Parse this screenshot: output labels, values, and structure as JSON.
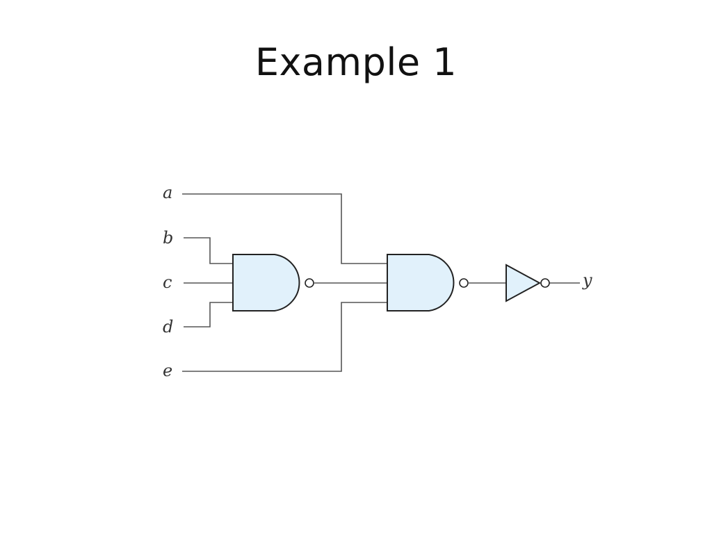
{
  "slide": {
    "title": "Example 1"
  },
  "circuit": {
    "inputs": [
      "a",
      "b",
      "c",
      "d",
      "e"
    ],
    "output": "y",
    "gates": [
      {
        "type": "NAND",
        "inputs": [
          "b",
          "c",
          "d"
        ]
      },
      {
        "type": "NAND",
        "inputs": [
          "a",
          "gate1",
          "e"
        ]
      },
      {
        "type": "NOT",
        "inputs": [
          "gate2"
        ],
        "output": "y"
      }
    ],
    "colors": {
      "gate_fill": "#e1f1fb",
      "gate_stroke": "#222222",
      "wire": "#555555"
    }
  }
}
